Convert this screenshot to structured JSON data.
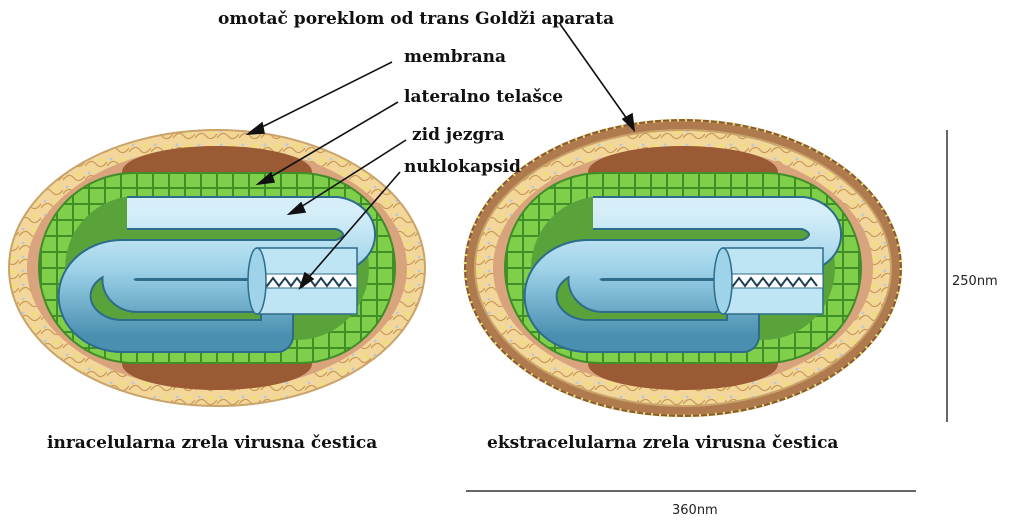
{
  "labels": {
    "envelope": "omotač poreklom od trans Goldži aparata",
    "membrane": "membrana",
    "lateral_body": "lateralno telašce",
    "core_wall": "zid jezgra",
    "nucleocapsid": "nuklokapsid"
  },
  "captions": {
    "intracellular": "inracelularna zrela virusna čestica",
    "extracellular": "ekstracelularna zrela virusna čestica"
  },
  "dimensions": {
    "height": "250nm",
    "width": "360nm"
  },
  "colors": {
    "outer_yellow": "#f4dba0",
    "outer_edge": "#c9a36a",
    "lateral_brown": "#9a5a33",
    "inner_tan": "#d9a37d",
    "core_green": "#7fcf4a",
    "core_green_dark": "#3f8e28",
    "core_inner": "#5aa33a",
    "tube_blue": "#9fd3ea",
    "tube_blue_dark": "#2d6c8a",
    "envelope_brown": "#b07a4f"
  }
}
